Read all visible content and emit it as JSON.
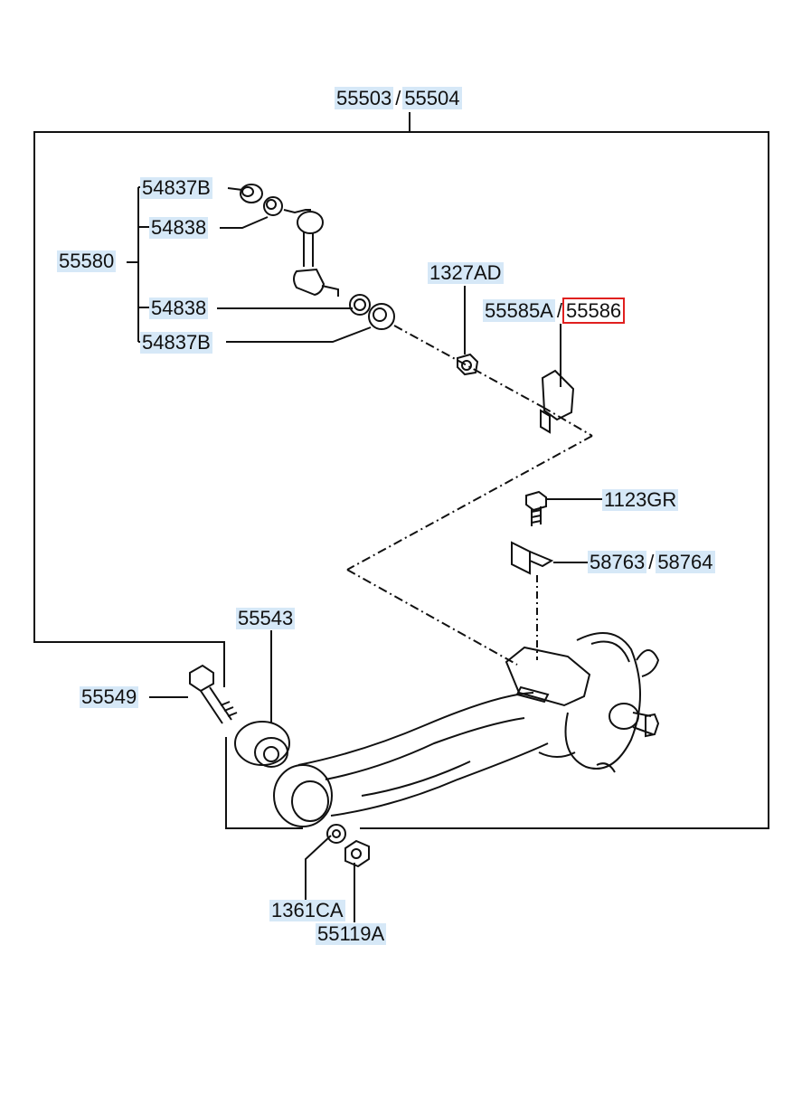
{
  "parts": {
    "top_assembly": {
      "left": "55503",
      "sep": "/",
      "right": "55504"
    },
    "link_bushing_outer_top": "54837B",
    "link_bushing_inner_top": "54838",
    "stabilizer_link": "55580",
    "link_bushing_inner_bottom": "54838",
    "link_bushing_outer_bottom": "54837B",
    "nut_1327": "1327AD",
    "bracket_pair": {
      "left": "55585A",
      "sep": "/",
      "right": "55586"
    },
    "bolt_1123": "1123GR",
    "bracket_58763": {
      "left": "58763",
      "sep": "/",
      "right": "58764"
    },
    "bushing_55543": "55543",
    "bolt_55549": "55549",
    "washer_1361": "1361CA",
    "nut_55119": "55119A"
  },
  "colors": {
    "label_highlight": "#d6e8f7",
    "selected_outline": "#e0201f",
    "line": "#111111"
  }
}
